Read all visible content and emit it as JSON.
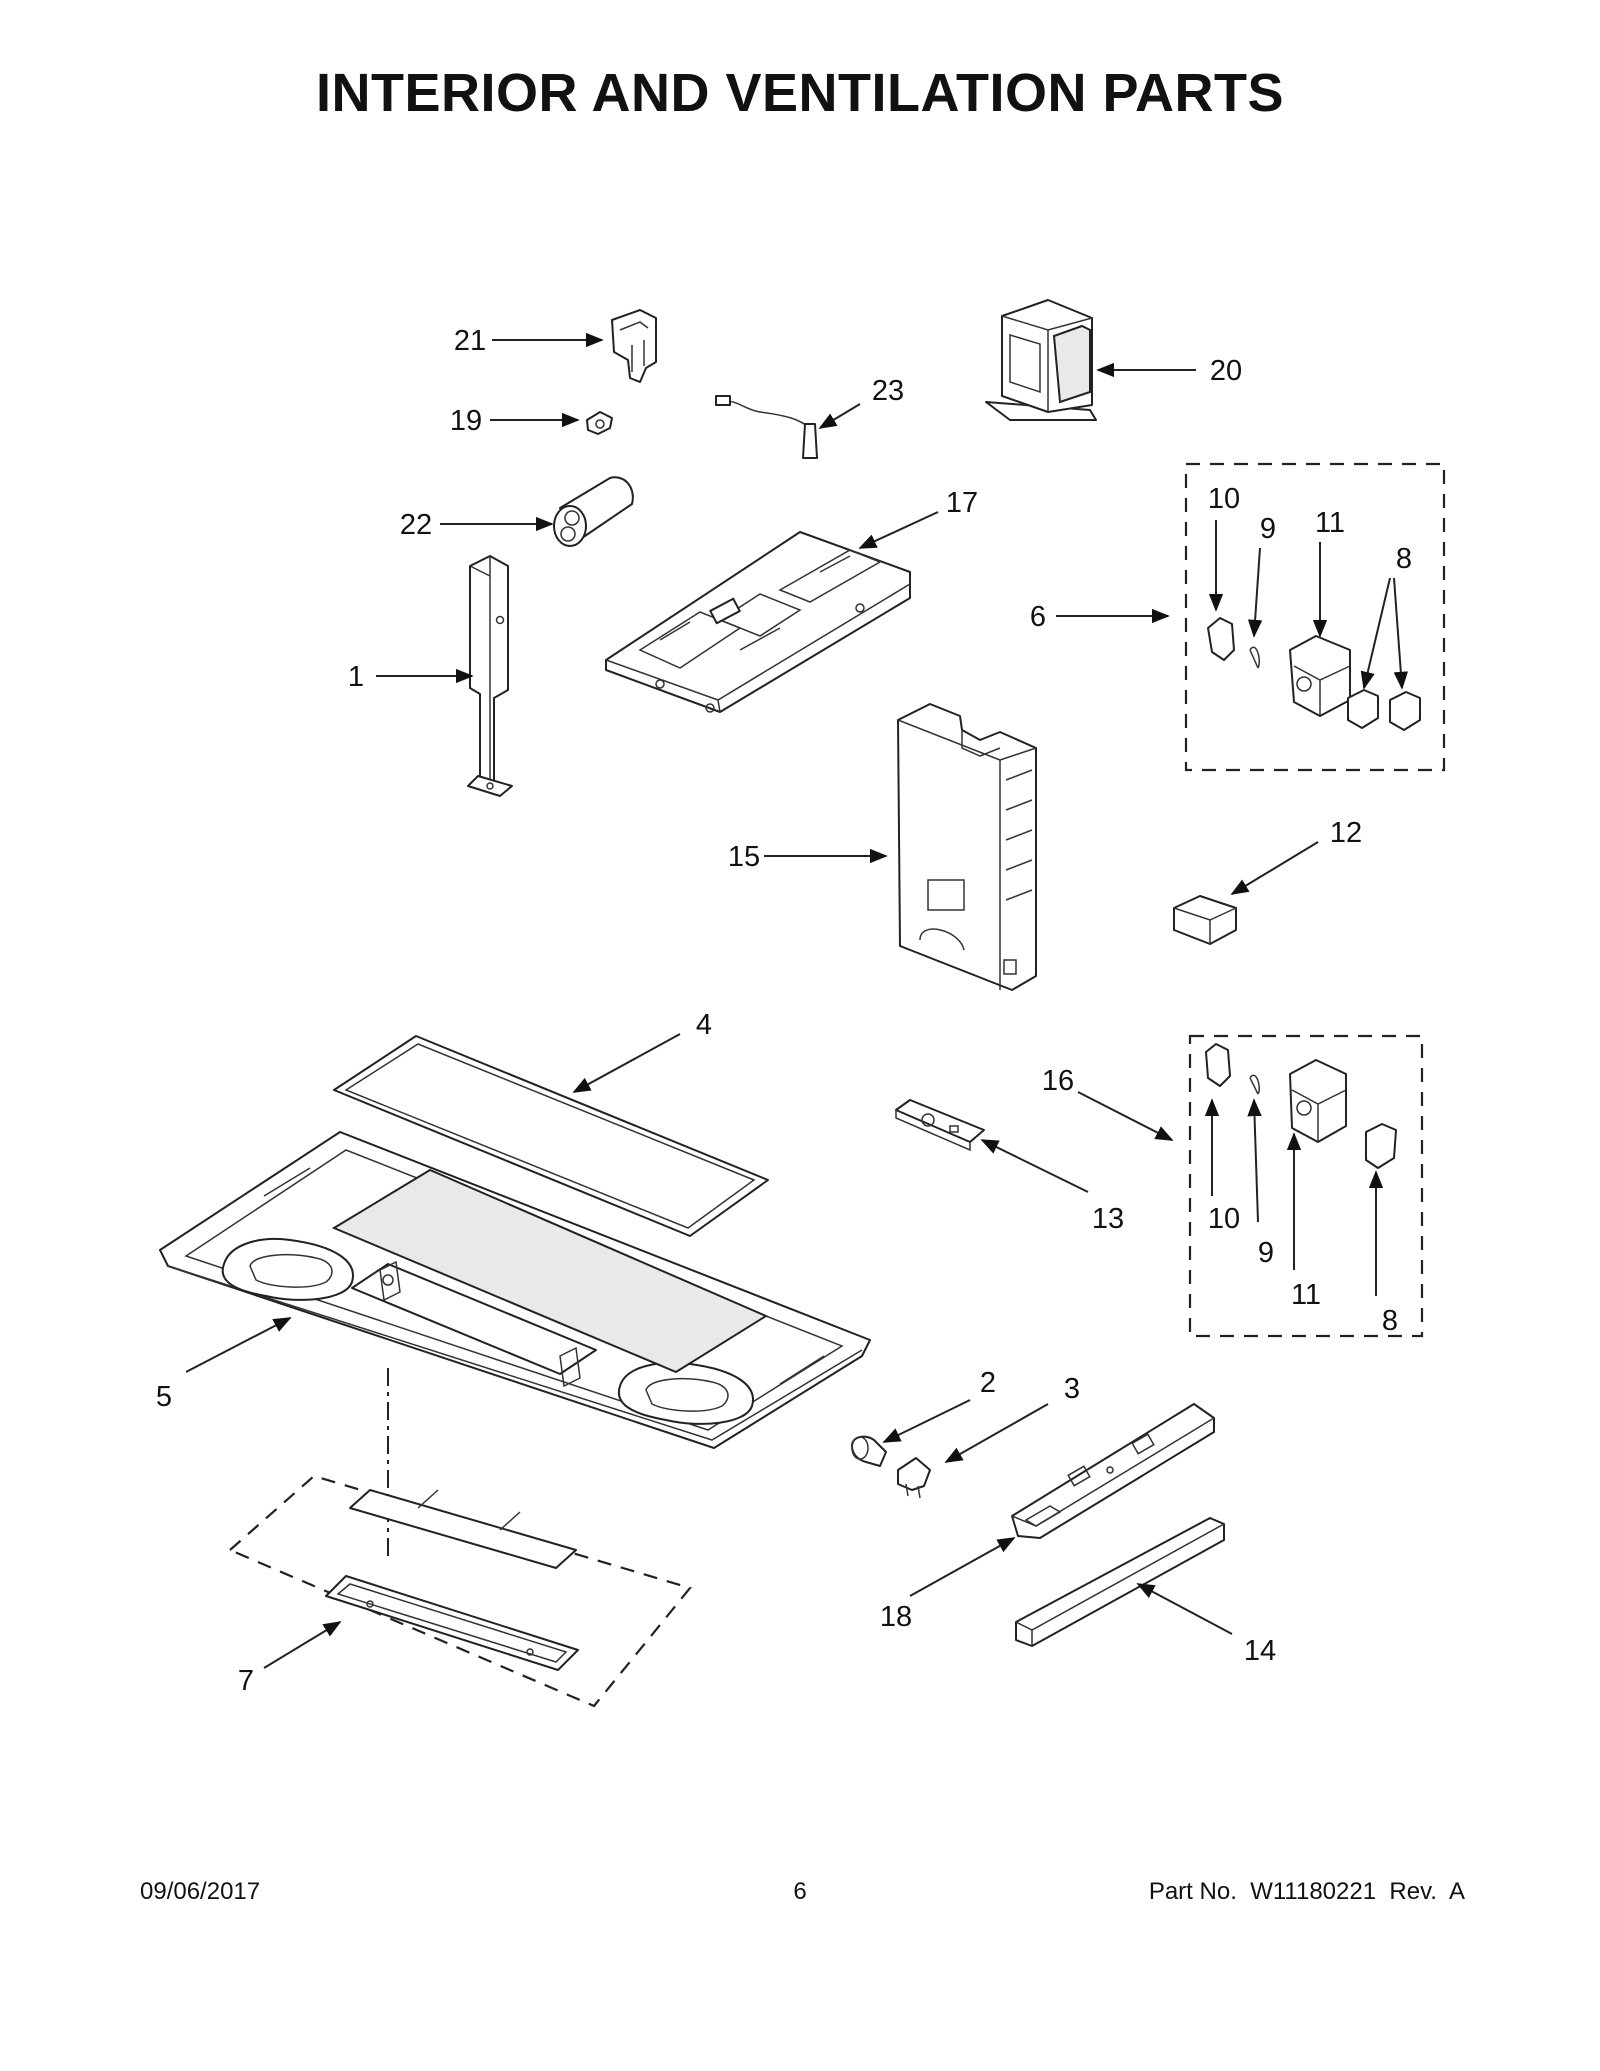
{
  "title": "INTERIOR AND VENTILATION PARTS",
  "footer": {
    "date": "09/06/2017",
    "page": "6",
    "part_number": "Part No.  W11180221  Rev.  A"
  },
  "callouts": [
    "1",
    "2",
    "3",
    "4",
    "5",
    "6",
    "7",
    "8",
    "9",
    "10",
    "11",
    "12",
    "13",
    "14",
    "15",
    "16",
    "17",
    "18",
    "19",
    "20",
    "21",
    "22",
    "23"
  ],
  "group_a_labels": [
    "10",
    "9",
    "11",
    "8"
  ],
  "group_b_labels": [
    "10",
    "9",
    "11",
    "8"
  ]
}
